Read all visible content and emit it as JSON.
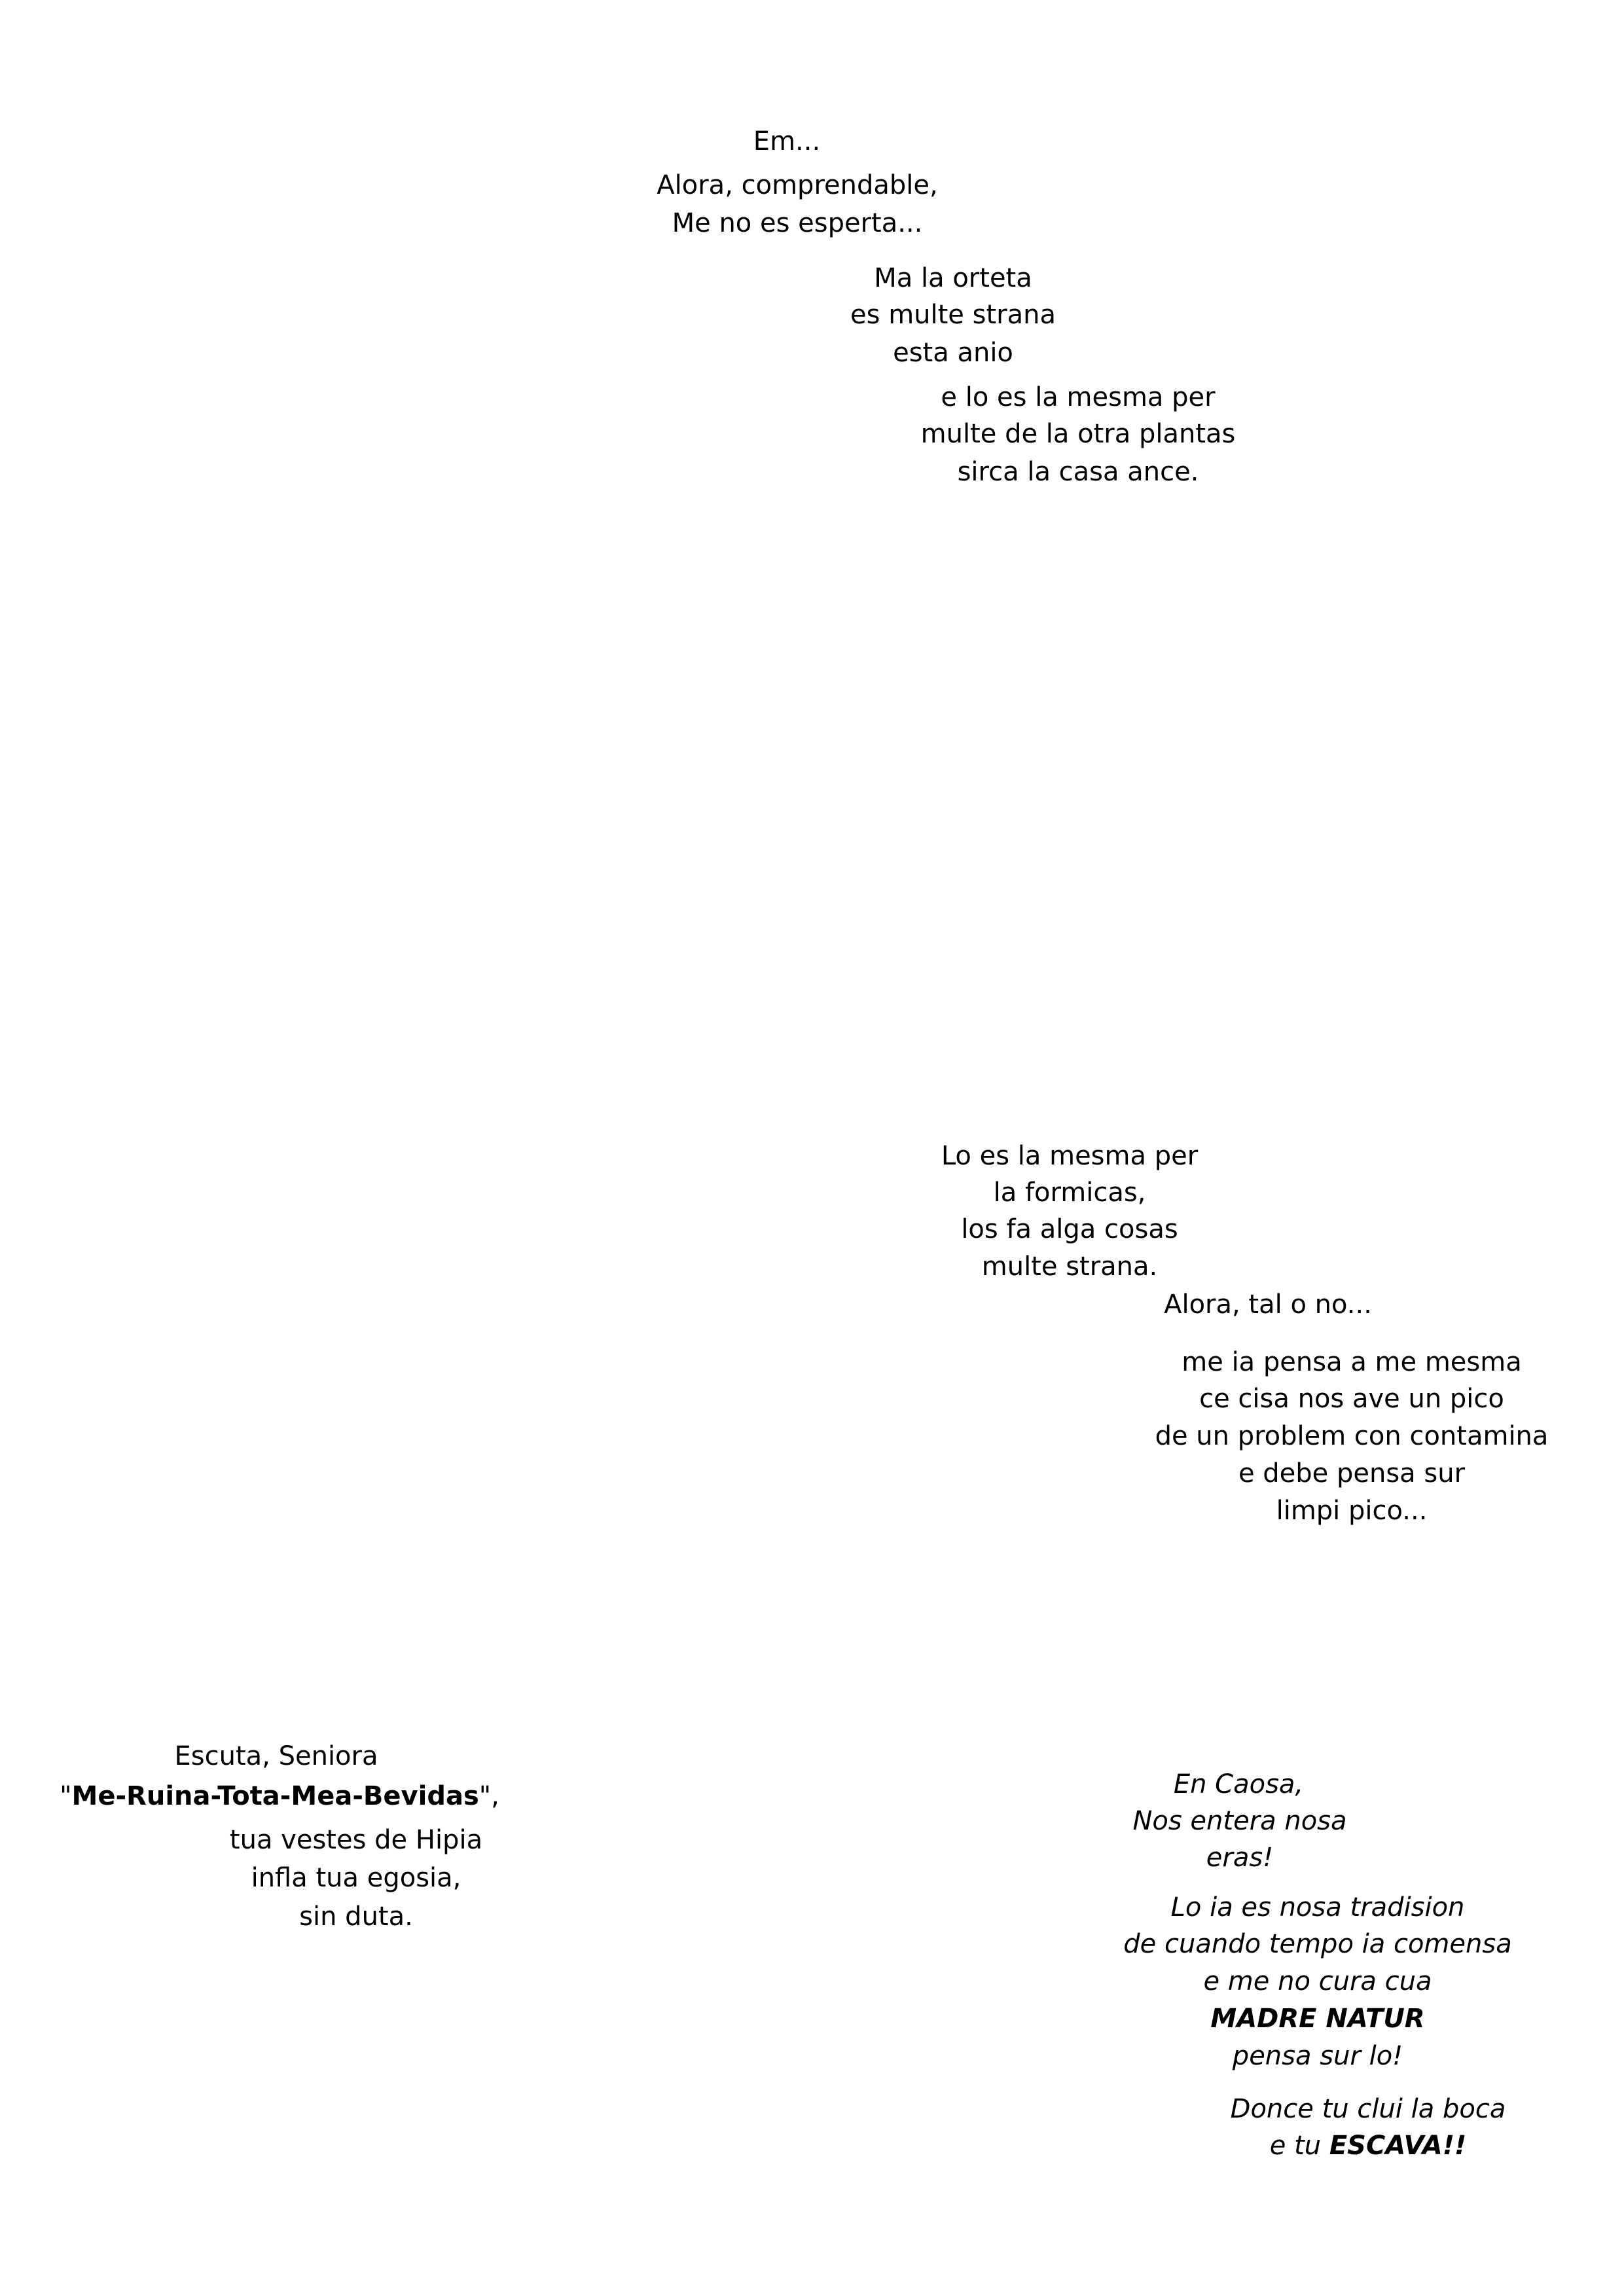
{
  "bubbles": {
    "b1": [
      "Em..."
    ],
    "b2": [
      "Alora, comprendable,",
      "Me no es esperta..."
    ],
    "b3": [
      "Ma la orteta",
      "es multe strana",
      "esta anio"
    ],
    "b4": [
      "e lo es la mesma per",
      "multe de la otra plantas",
      "sirca la casa ance."
    ],
    "b5": [
      "Lo es la mesma per",
      "la formicas,",
      "los fa alga cosas",
      "multe strana."
    ],
    "b6": [
      "Alora, tal o no..."
    ],
    "b7": [
      "me ia pensa a me mesma",
      "ce cisa nos ave un pico",
      "de un problem con contamina",
      "e debe pensa sur",
      "limpi pico..."
    ],
    "b8": {
      "line1": "Escuta, Seniora",
      "quote_open": "\"",
      "name": "Me-Ruina-Tota-Mea-Bevidas",
      "quote_close": "\",",
      "line3": "tua vestes de Hipia",
      "line4": "infla tua egosia,",
      "line5": "sin duta."
    },
    "b9": [
      "En Caosa,",
      "Nos entera nosa",
      "eras!"
    ],
    "b10": {
      "line1": "Lo ia es nosa tradision",
      "line2": "de cuando tempo ia comensa",
      "line3": "e me no cura cua",
      "line4": "MADRE NATUR",
      "line5": "pensa sur lo!"
    },
    "b11": {
      "line1": "Donce tu clui la boca",
      "line2_prefix": "e tu ",
      "line2_bold": "ESCAVA!!"
    }
  }
}
